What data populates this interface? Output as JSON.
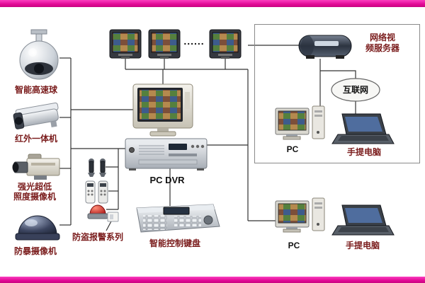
{
  "diagram": {
    "type": "security-surveillance-system-topology",
    "colors": {
      "border_band": "#e20895",
      "label_text": "#7a1c1c",
      "latin_label_text": "#111111",
      "connection_line": "#333333",
      "group_box_border": "#8a8a8a"
    }
  },
  "labels": {
    "speed_dome": "智能高速球",
    "ir_camera": "红外一体机",
    "lowlux_lines": [
      "强光超低",
      "照度摄像机"
    ],
    "vandal_dome": "防暴摄像机",
    "alarm_series": "防盗报警系列",
    "pc_dvr": "PC DVR",
    "control_keyboard": "智能控制键盘",
    "net_server_lines": [
      "网络视",
      "频服务器"
    ],
    "internet": "互联网",
    "pc_top": "PC",
    "laptop_top": "手提电脑",
    "pc_bottom": "PC",
    "laptop_bottom": "手提电脑",
    "ellipsis": "......"
  }
}
